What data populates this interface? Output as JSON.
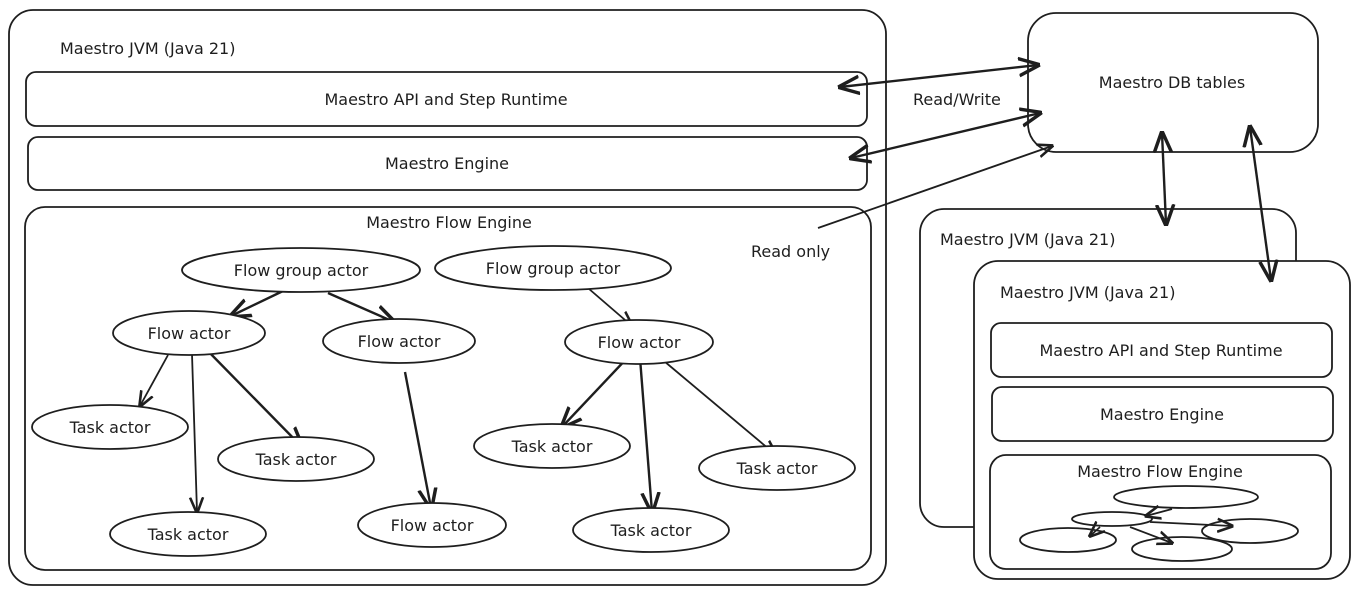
{
  "left_jvm": {
    "title": "Maestro JVM (Java 21)",
    "api_runtime": "Maestro API and Step Runtime",
    "engine": "Maestro Engine",
    "flow_engine": {
      "title": "Maestro Flow Engine",
      "nodes": {
        "group1": "Flow group actor",
        "group2": "Flow group actor",
        "flow1": "Flow actor",
        "flow2": "Flow actor",
        "flow3": "Flow actor",
        "flow4": "Flow actor",
        "task1": "Task actor",
        "task2": "Task actor",
        "task3": "Task actor",
        "task4": "Task actor",
        "task5": "Task actor",
        "task6": "Task actor"
      }
    }
  },
  "db": {
    "title": "Maestro DB tables"
  },
  "labels": {
    "read_write": "Read/Write",
    "read_only": "Read only"
  },
  "right_jvm_back": {
    "title": "Maestro JVM (Java 21)"
  },
  "right_jvm_front": {
    "title": "Maestro JVM (Java 21)",
    "api_runtime": "Maestro API and Step Runtime",
    "engine": "Maestro Engine",
    "flow_engine_title": "Maestro Flow Engine"
  },
  "colors": {
    "stroke": "#1e1e1e",
    "background": "#ffffff"
  }
}
